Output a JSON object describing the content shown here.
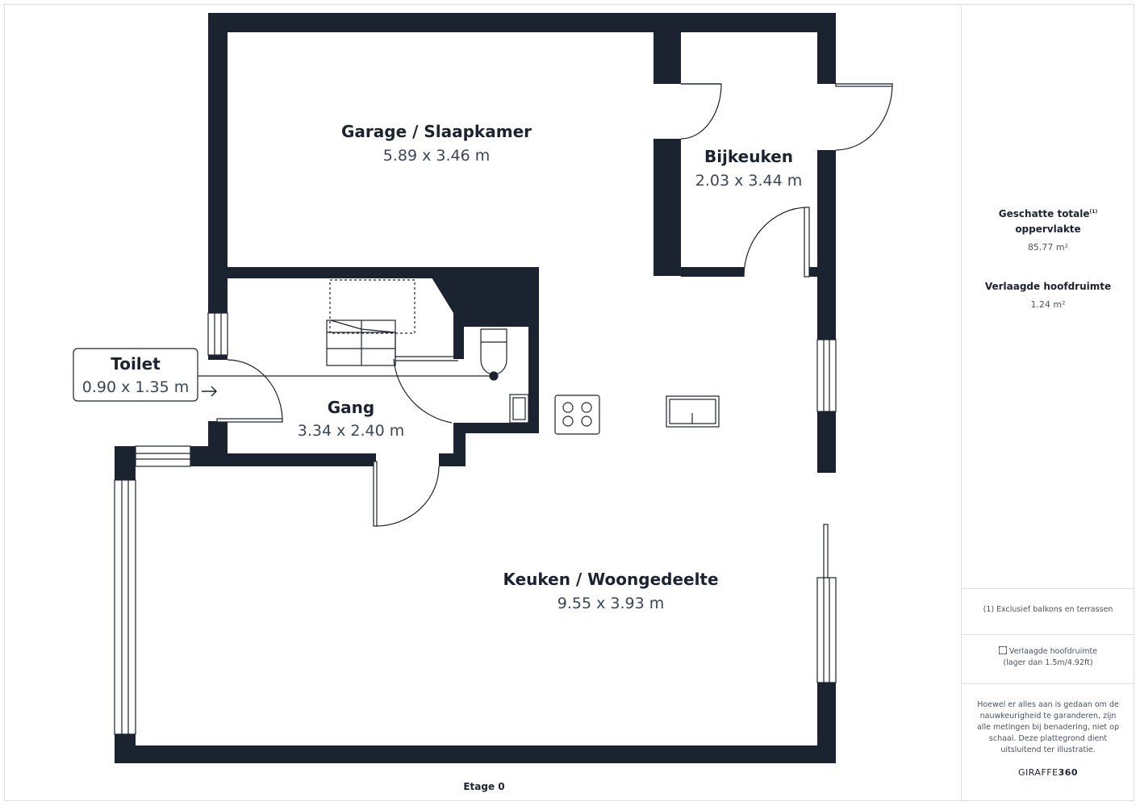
{
  "rooms": {
    "garage": {
      "name": "Garage / Slaapkamer",
      "dims": "5.89 x 3.46 m"
    },
    "bijkeuken": {
      "name": "Bijkeuken",
      "dims": "2.03 x 3.44 m"
    },
    "toilet": {
      "name": "Toilet",
      "dims": "0.90 x 1.35 m"
    },
    "gang": {
      "name": "Gang",
      "dims": "3.34 x 2.40 m"
    },
    "keuken": {
      "name": "Keuken / Woongedeelte",
      "dims": "9.55 x 3.93 m"
    }
  },
  "floor_label": "Etage 0",
  "sidebar": {
    "total_title_line1": "Geschatte totale",
    "total_title_sup": "(1)",
    "total_title_line2": "oppervlakte",
    "total_value": "85.77 m²",
    "reduced_title": "Verlaagde hoofdruimte",
    "reduced_value": "1.24 m²",
    "footnote": "(1) Exclusief balkons en terrassen",
    "legend_line1": "Verlaagde hoofdruimte",
    "legend_line2": "(lager dan 1.5m/4.92ft)",
    "disclaimer": "Hoewel er alles aan is gedaan om de nauwkeurigheid te garanderen, zijn alle metingen bij benadering, niet op schaal. Deze plattegrond dient uitsluitend ter illustratie.",
    "brand_prefix": "GIRAFFE",
    "brand_suffix": "360"
  },
  "colors": {
    "wall": "#1c2330",
    "text": "#1c2330",
    "muted": "#4a5260",
    "border": "#d9dde2"
  }
}
